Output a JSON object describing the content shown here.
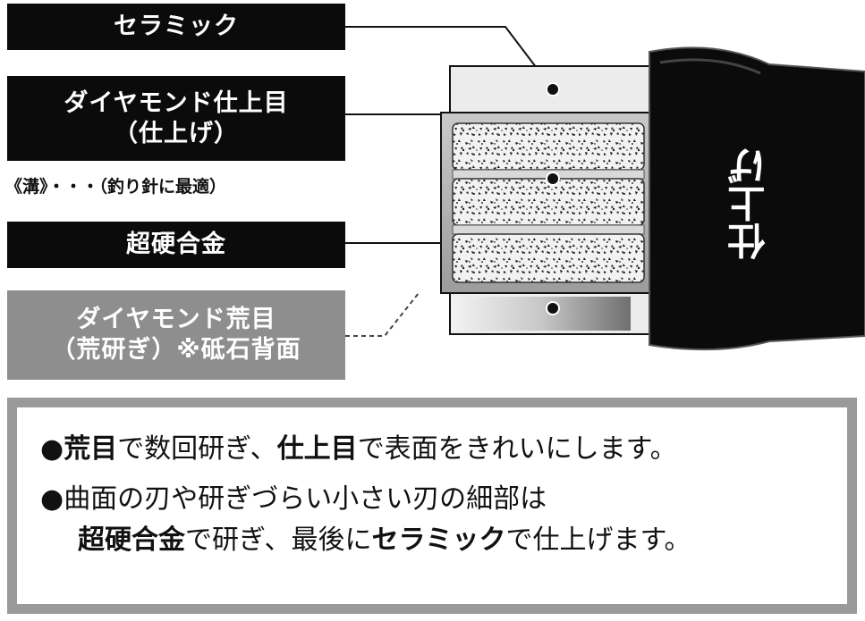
{
  "labels": {
    "ceramic": "セラミック",
    "diamond_finish_line1": "ダイヤモンド仕上目",
    "diamond_finish_line2": "（仕上げ）",
    "groove_note": "《溝》・・・（釣り針に最適）",
    "carbide": "超硬合金",
    "diamond_coarse_line1": "ダイヤモンド荒目",
    "diamond_coarse_line2": "（荒研ぎ）※砥石背面"
  },
  "handle": {
    "text": "仕上げ"
  },
  "info": {
    "line1": {
      "bullet": "●",
      "bold1": "荒目",
      "text1": "で数回研ぎ、",
      "bold2": "仕上目",
      "text2": "で表面をきれいにします。"
    },
    "line2": {
      "bullet": "●",
      "text": "曲面の刃や研ぎづらい小さい刃の細部は"
    },
    "line3": {
      "bold1": "超硬合金",
      "text1": "で研ぎ、最後に",
      "bold2": "セラミック",
      "text2": "で仕上げます。"
    }
  },
  "colors": {
    "black": "#0b0b0b",
    "grey_label": "#8e8e8e",
    "panel_border": "#9a9a9a",
    "ceramic_body": "#ececec"
  }
}
